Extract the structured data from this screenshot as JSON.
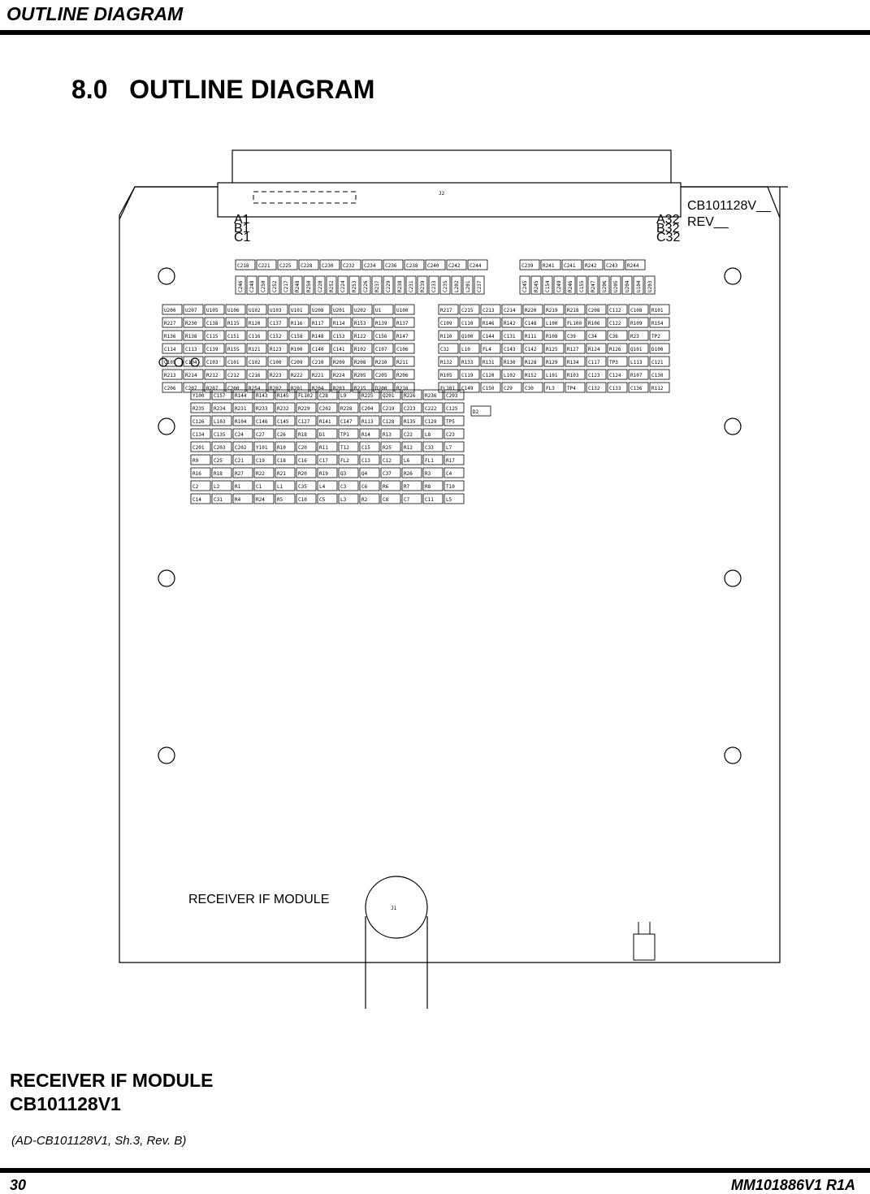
{
  "header": {
    "title": "OUTLINE DIAGRAM"
  },
  "section": {
    "number": "8.0",
    "title": "OUTLINE DIAGRAM"
  },
  "board": {
    "connector": "J2",
    "pin_labels_left": [
      "A1",
      "B1",
      "C1"
    ],
    "pin_labels_right": [
      "A32",
      "B32",
      "C32"
    ],
    "part_number": "CB101128V__",
    "revision": "REV__",
    "silkscreen": "RECEIVER IF MODULE",
    "bnc_connector": "J1",
    "components": [
      "C218",
      "C221",
      "C225",
      "C228",
      "C230",
      "C232",
      "C234",
      "C236",
      "C238",
      "C240",
      "C242",
      "C244",
      "C246",
      "C248",
      "C250",
      "C252",
      "C217",
      "R248",
      "R250",
      "C220",
      "R252",
      "C224",
      "R253",
      "C226",
      "R237",
      "C229",
      "R238",
      "C231",
      "R239",
      "C233",
      "C235",
      "L202",
      "L201",
      "C237",
      "C239",
      "R241",
      "C241",
      "R242",
      "C243",
      "R244",
      "C245",
      "R245",
      "C154",
      "C249",
      "R246",
      "C155",
      "R247",
      "U206",
      "U205",
      "U204",
      "U104",
      "U203",
      "U200",
      "U207",
      "U105",
      "U106",
      "U102",
      "U103",
      "U101",
      "U208",
      "U201",
      "U202",
      "U1",
      "U100",
      "R227",
      "R230",
      "C138",
      "R115",
      "R120",
      "C137",
      "R116",
      "R117",
      "R114",
      "R153",
      "R139",
      "R137",
      "R136",
      "R138",
      "C115",
      "C151",
      "C116",
      "C152",
      "C158",
      "R148",
      "C153",
      "R122",
      "C156",
      "R147",
      "C114",
      "C113",
      "C139",
      "R155",
      "R121",
      "R123",
      "R100",
      "C140",
      "C141",
      "R102",
      "C107",
      "C106",
      "C105",
      "C104",
      "C103",
      "C101",
      "C102",
      "C100",
      "C209",
      "C210",
      "R209",
      "R208",
      "R210",
      "R211",
      "R213",
      "R214",
      "R212",
      "C212",
      "C216",
      "R223",
      "R222",
      "R221",
      "R224",
      "R205",
      "C205",
      "R206",
      "C206",
      "C207",
      "R207",
      "C200",
      "R254",
      "R202",
      "R201",
      "R204",
      "R203",
      "R215",
      "D200",
      "R216",
      "R217",
      "C215",
      "C213",
      "C214",
      "R220",
      "R219",
      "R218",
      "C208",
      "C112",
      "C108",
      "R101",
      "C109",
      "C110",
      "R146",
      "R142",
      "C148",
      "L100",
      "FL100",
      "R106",
      "C122",
      "R109",
      "R154",
      "R110",
      "Q100",
      "C144",
      "C131",
      "R111",
      "R108",
      "C39",
      "C34",
      "C36",
      "R23",
      "TP2",
      "C32",
      "L10",
      "FL4",
      "C143",
      "C142",
      "R125",
      "R127",
      "R124",
      "R126",
      "Q101",
      "D100",
      "R132",
      "R133",
      "R131",
      "R130",
      "R128",
      "R129",
      "R134",
      "C117",
      "TP3",
      "L113",
      "C121",
      "R105",
      "C119",
      "C120",
      "L102",
      "R152",
      "L101",
      "R103",
      "C123",
      "C124",
      "R107",
      "C130",
      "FL101",
      "C149",
      "C150",
      "C29",
      "C30",
      "FL3",
      "TP4",
      "C132",
      "C133",
      "C136",
      "R112",
      "Y100",
      "C157",
      "R144",
      "R143",
      "R145",
      "FL102",
      "C28",
      "L9",
      "R225",
      "Q201",
      "R226",
      "R236",
      "C203",
      "R235",
      "R234",
      "R231",
      "R233",
      "R232",
      "R229",
      "C202",
      "R228",
      "C204",
      "C219",
      "C223",
      "C222",
      "C125",
      "C126",
      "L103",
      "R104",
      "C146",
      "C145",
      "C127",
      "R141",
      "C147",
      "R113",
      "C128",
      "R135",
      "C129",
      "TP5",
      "C134",
      "C135",
      "C24",
      "C27",
      "C26",
      "R18",
      "D1",
      "TP1",
      "R14",
      "R13",
      "C22",
      "L8",
      "C23",
      "C201",
      "C203",
      "C202",
      "Y101",
      "R10",
      "C20",
      "R11",
      "T12",
      "C15",
      "R25",
      "R12",
      "C33",
      "L7",
      "R9",
      "C25",
      "C21",
      "C19",
      "C18",
      "C16",
      "C17",
      "FL2",
      "C13",
      "C12",
      "L6",
      "FL1",
      "R17",
      "R16",
      "R18",
      "R27",
      "R22",
      "R21",
      "R20",
      "R19",
      "Q3",
      "Q4",
      "C37",
      "R26",
      "R3",
      "C4",
      "C2",
      "L2",
      "R1",
      "C1",
      "L1",
      "C35",
      "L4",
      "C3",
      "C6",
      "R6",
      "R7",
      "R8",
      "T10",
      "C14",
      "C31",
      "R4",
      "R24",
      "R5",
      "C10",
      "C5",
      "L3",
      "R2",
      "C8",
      "C7",
      "C11",
      "L5",
      "D2"
    ]
  },
  "caption": {
    "module": "RECEIVER IF MODULE",
    "part": "CB101128V1",
    "reference": "(AD-CB101128V1, Sh.3, Rev. B)"
  },
  "footer": {
    "page": "30",
    "doc_id": "MM101886V1 R1A"
  }
}
